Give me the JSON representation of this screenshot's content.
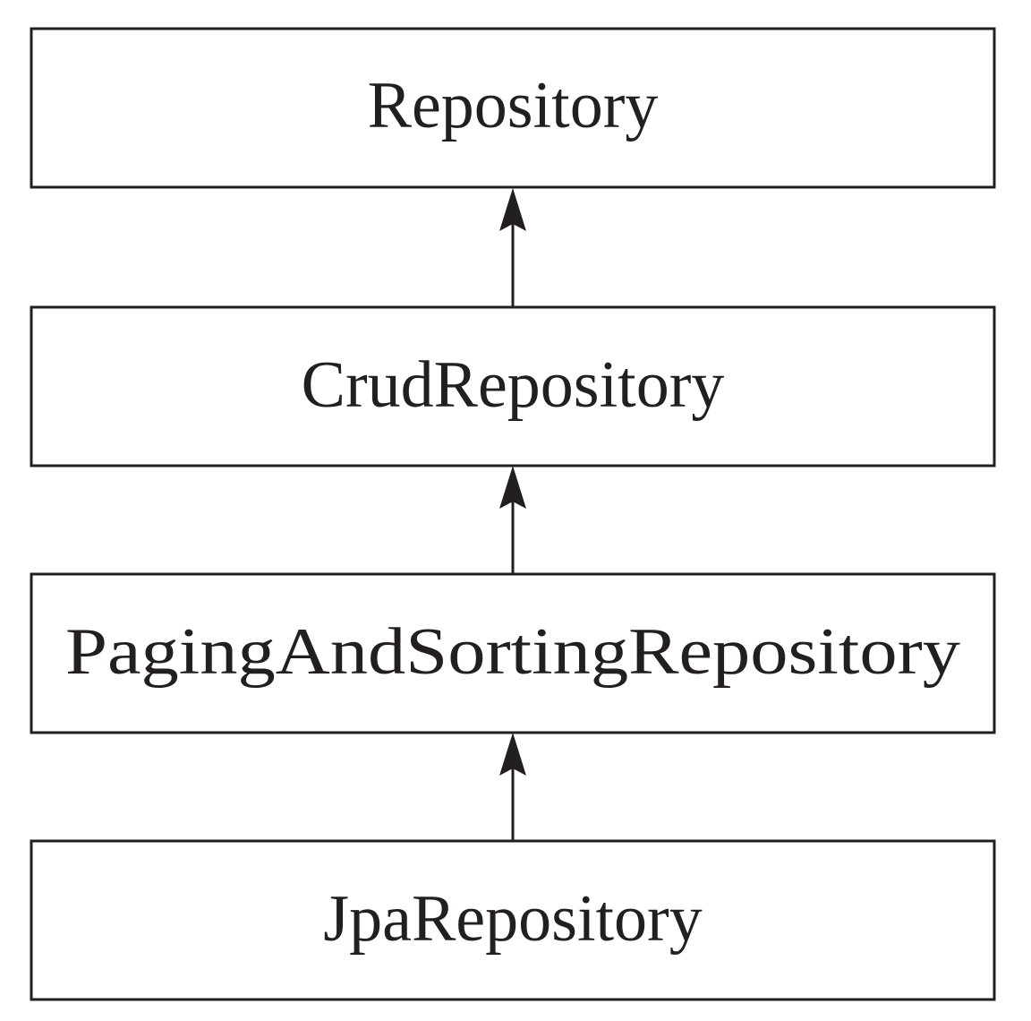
{
  "diagram": {
    "nodes": [
      {
        "id": "repository",
        "label": "Repository"
      },
      {
        "id": "crud-repository",
        "label": "CrudRepository"
      },
      {
        "id": "paging-and-sorting-repository",
        "label": "PagingAndSortingRepository"
      },
      {
        "id": "jpa-repository",
        "label": "JpaRepository"
      }
    ],
    "edges": [
      {
        "from": "crud-repository",
        "to": "repository"
      },
      {
        "from": "paging-and-sorting-repository",
        "to": "crud-repository"
      },
      {
        "from": "jpa-repository",
        "to": "paging-and-sorting-repository"
      }
    ],
    "colors": {
      "stroke": "#231f20",
      "background": "#ffffff"
    }
  }
}
